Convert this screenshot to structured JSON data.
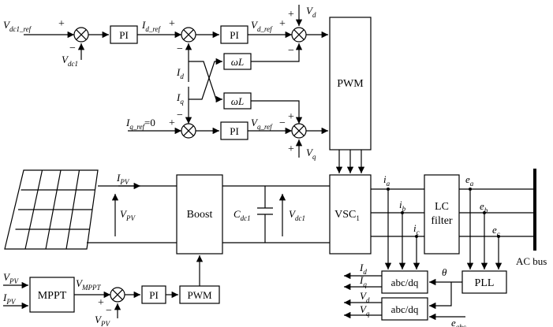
{
  "blocks": {
    "pi_dc": "PI",
    "pi_d": "PI",
    "pi_q": "PI",
    "wl_top": "ωL",
    "wl_bot": "ωL",
    "pwm_inv": "PWM",
    "boost": "Boost",
    "vsc": "VSC",
    "vsc_sub": "1",
    "lc_line1": "LC",
    "lc_line2": "filter",
    "mppt": "MPPT",
    "pi_mppt": "PI",
    "pwm_boost": "PWM",
    "abcdq_top": "abc/dq",
    "abcdq_bot": "abc/dq",
    "pll": "PLL"
  },
  "labels": {
    "vdc1_ref": {
      "main": "V",
      "sub": "dc1_ref"
    },
    "vdc1": {
      "main": "V",
      "sub": "dc1"
    },
    "id_ref": {
      "main": "I",
      "sub": "d_ref"
    },
    "vd_ref": {
      "main": "V",
      "sub": "d_ref"
    },
    "vd_top": {
      "main": "V",
      "sub": "d"
    },
    "id_mid": {
      "main": "I",
      "sub": "d"
    },
    "iq_mid": {
      "main": "I",
      "sub": "q"
    },
    "iq_ref": {
      "main": "I",
      "sub": "q_ref",
      "tail": "=0"
    },
    "vq_ref": {
      "main": "V",
      "sub": "q_ref"
    },
    "vq_bot": {
      "main": "V",
      "sub": "q"
    },
    "ipv": {
      "main": "I",
      "sub": "PV"
    },
    "vpv": {
      "main": "V",
      "sub": "PV"
    },
    "cdc1": {
      "main": "C",
      "sub": "dc1"
    },
    "vdc1_cap": {
      "main": "V",
      "sub": "dc1"
    },
    "ia": {
      "main": "i",
      "sub": "a"
    },
    "ib": {
      "main": "i",
      "sub": "b"
    },
    "ic": {
      "main": "i",
      "sub": "c"
    },
    "ea": {
      "main": "e",
      "sub": "a"
    },
    "eb": {
      "main": "e",
      "sub": "b"
    },
    "ec": {
      "main": "e",
      "sub": "c"
    },
    "ac_bus": "AC bus",
    "vpv_in": {
      "main": "V",
      "sub": "PV"
    },
    "ipv_in": {
      "main": "I",
      "sub": "PV"
    },
    "vmppt": {
      "main": "V",
      "sub": "MPPT"
    },
    "vpv_fb": {
      "main": "V",
      "sub": "PV"
    },
    "id_out": {
      "main": "I",
      "sub": "d"
    },
    "iq_out": {
      "main": "I",
      "sub": "q"
    },
    "vd_out": {
      "main": "V",
      "sub": "d"
    },
    "vq_out": {
      "main": "V",
      "sub": "q"
    },
    "theta": "θ",
    "eabc": {
      "main": "e",
      "sub": "abc"
    }
  },
  "signs": {
    "plus": "+",
    "minus": "−"
  }
}
